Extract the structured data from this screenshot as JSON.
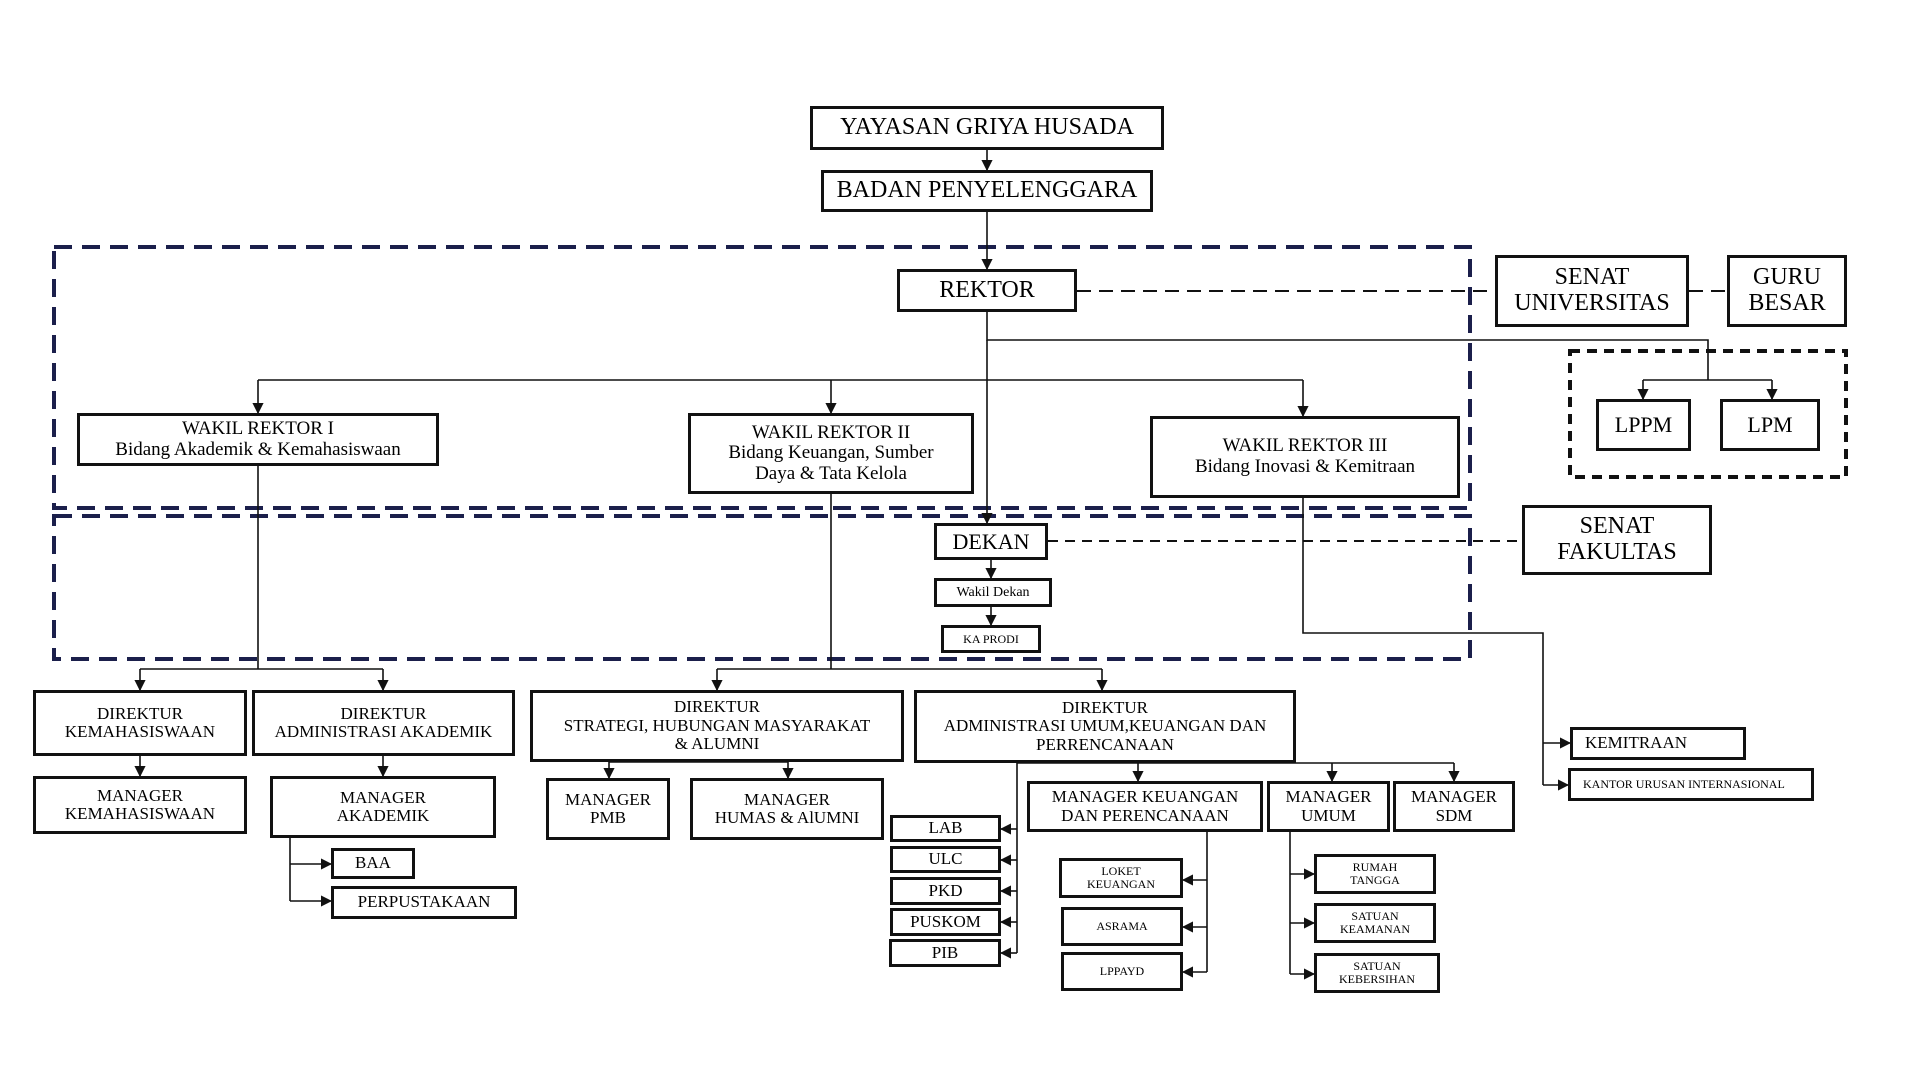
{
  "nodes": {
    "yayasan": [
      "YAYASAN GRIYA HUSADA"
    ],
    "badan": [
      "BADAN PENYELENGGARA"
    ],
    "rektor": [
      "REKTOR"
    ],
    "senat_univ": [
      "SENAT",
      "UNIVERSITAS"
    ],
    "guru_besar": [
      "GURU",
      "BESAR"
    ],
    "lppm": [
      "LPPM"
    ],
    "lpm": [
      "LPM"
    ],
    "wr1": [
      "WAKIL REKTOR I",
      "Bidang Akademik & Kemahasiswaan"
    ],
    "wr2": [
      "WAKIL REKTOR II",
      "Bidang Keuangan, Sumber",
      "Daya & Tata Kelola"
    ],
    "wr3": [
      "WAKIL REKTOR III",
      "Bidang Inovasi & Kemitraan"
    ],
    "dekan": [
      "DEKAN"
    ],
    "senat_fak": [
      "SENAT",
      "FAKULTAS"
    ],
    "wakil_dekan": [
      "Wakil Dekan"
    ],
    "ka_prodi": [
      "KA PRODI"
    ],
    "dir_kemahasiswaan": [
      "DIREKTUR",
      "KEMAHASISWAAN"
    ],
    "dir_adm_akademik": [
      "DIREKTUR",
      "ADMINISTRASI AKADEMIK"
    ],
    "dir_strategi": [
      "DIREKTUR",
      "STRATEGI, HUBUNGAN MASYARAKAT",
      "& ALUMNI"
    ],
    "dir_adm_umum": [
      "DIREKTUR",
      "ADMINISTRASI UMUM,KEUANGAN DAN",
      "PERRENCANAAN"
    ],
    "kemitraan": [
      "KEMITRAAN"
    ],
    "kantor_internasional": [
      "KANTOR URUSAN INTERNASIONAL"
    ],
    "mgr_kemahasiswaan": [
      "MANAGER",
      "KEMAHASISWAAN"
    ],
    "mgr_akademik": [
      "MANAGER",
      "AKADEMIK"
    ],
    "baa": [
      "BAA"
    ],
    "perpustakaan": [
      "PERPUSTAKAAN"
    ],
    "mgr_pmb": [
      "MANAGER",
      "PMB"
    ],
    "mgr_humas": [
      "MANAGER",
      "HUMAS & AlUMNI"
    ],
    "lab": [
      "LAB"
    ],
    "ulc": [
      "ULC"
    ],
    "pkd": [
      "PKD"
    ],
    "puskom": [
      "PUSKOM"
    ],
    "pib": [
      "PIB"
    ],
    "mgr_keuangan": [
      "MANAGER KEUANGAN",
      "DAN PERENCANAAN"
    ],
    "mgr_umum": [
      "MANAGER",
      "UMUM"
    ],
    "mgr_sdm": [
      "MANAGER",
      "SDM"
    ],
    "loket_keuangan": [
      "LOKET",
      "KEUANGAN"
    ],
    "asrama": [
      "ASRAMA"
    ],
    "lppayd": [
      "LPPAYD"
    ],
    "rumah_tangga": [
      "RUMAH",
      "TANGGA"
    ],
    "satuan_keamanan": [
      "SATUAN",
      "KEAMANAN"
    ],
    "satuan_kebersihan": [
      "SATUAN",
      "KEBERSIHAN"
    ]
  },
  "colors": {
    "line": "#111111",
    "dashed_region": "#1b1f4b",
    "box_border": "#111111",
    "background": "#ffffff"
  }
}
